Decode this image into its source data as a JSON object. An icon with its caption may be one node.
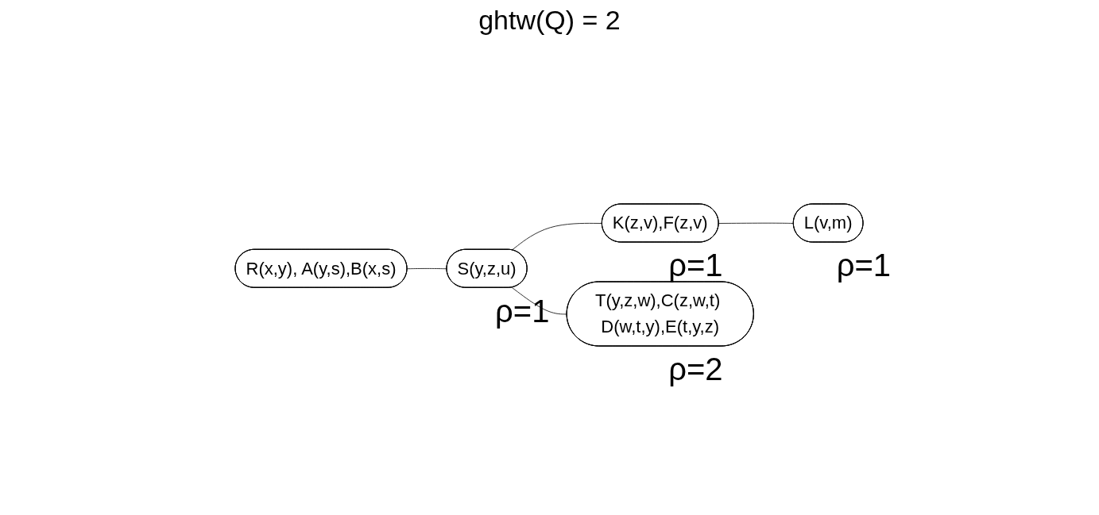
{
  "diagram": {
    "title": "ghtw(Q) = 2",
    "nodes": [
      {
        "text": [
          "R(x,y), A(y,s),B(x,s)"
        ]
      },
      {
        "text": [
          "S(y,z,u)"
        ],
        "beside": [
          "ρ=1"
        ]
      },
      {
        "text": [
          "K(z,v),F(z,v)"
        ],
        "beside": [
          "ρ=1"
        ]
      },
      {
        "text": [
          "L(v,m)"
        ],
        "beside": [
          "ρ=1"
        ]
      },
      {
        "text": [
          "T(y,z,w),C(z,w,t) D(w,t,y),E(t,y,z)"
        ],
        "beside": [
          "ρ=2"
        ]
      }
    ],
    "edges": [
      {
        "from": 0,
        "to": 1,
        "arrow": "none"
      },
      {
        "from": 1,
        "to": 2,
        "arrow": "none"
      },
      {
        "from": 2,
        "to": 3,
        "arrow": "none"
      },
      {
        "from": 1,
        "to": 4,
        "arrow": "none"
      }
    ]
  }
}
